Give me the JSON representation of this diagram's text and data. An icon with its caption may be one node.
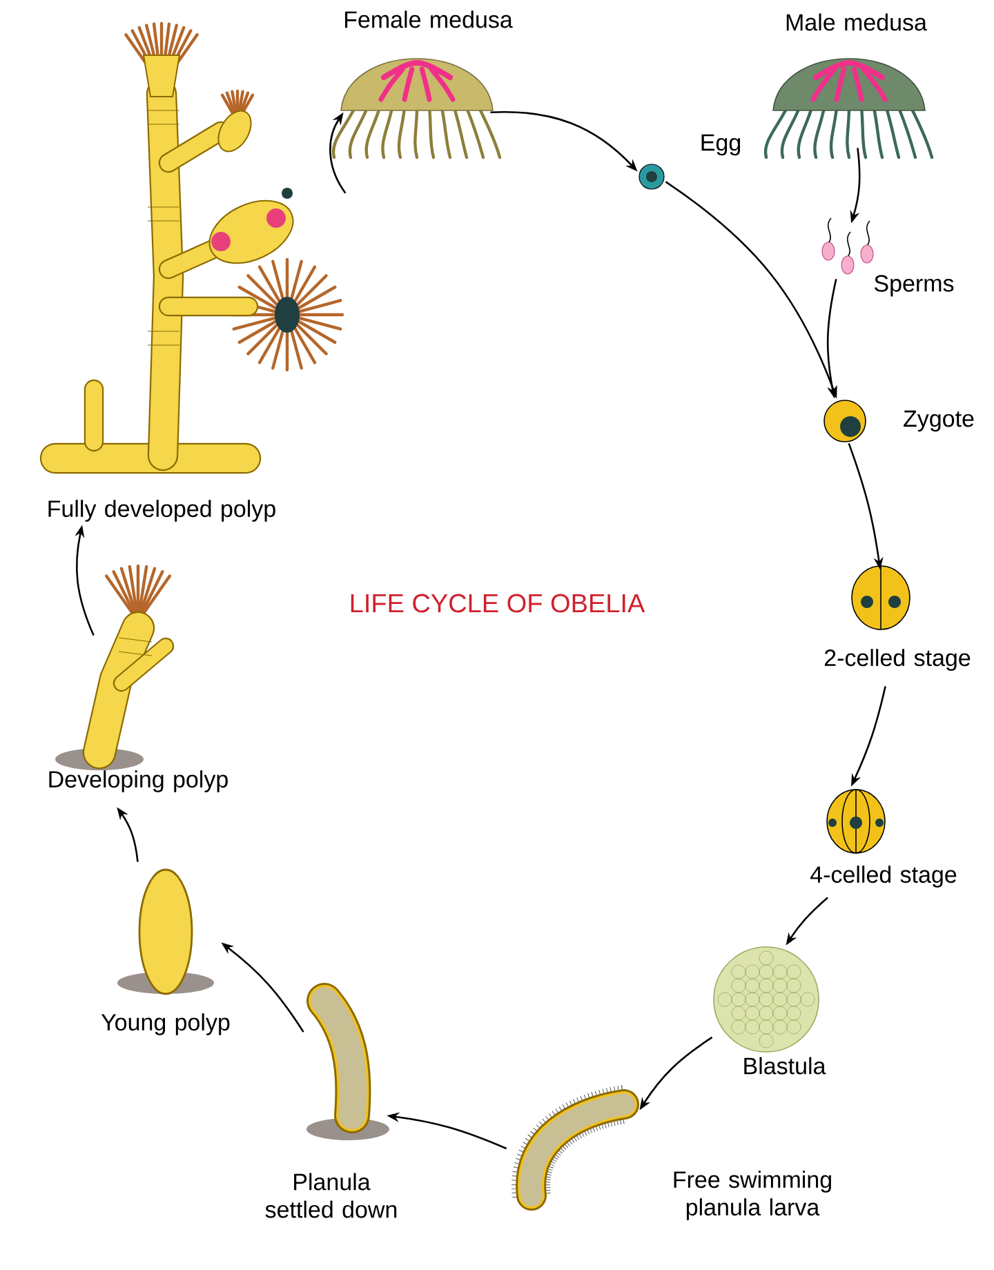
{
  "diagram": {
    "title": "LIFE CYCLE OF OBELIA",
    "nodes": [
      {
        "text": [
          "Fully developed polyp"
        ]
      },
      {
        "text": [
          "Female medusa"
        ]
      },
      {
        "text": [
          "Male medusa"
        ]
      },
      {
        "text": [
          "Egg"
        ]
      },
      {
        "text": [
          "Sperms"
        ]
      },
      {
        "text": [
          "Zygote"
        ]
      },
      {
        "text": [
          "2-celled stage"
        ]
      },
      {
        "text": [
          "4-celled stage"
        ]
      },
      {
        "text": [
          "Blastula"
        ]
      },
      {
        "text": [
          "Free swimming planula larva"
        ]
      },
      {
        "text": [
          "Planula settled down"
        ]
      },
      {
        "text": [
          "Young polyp"
        ]
      },
      {
        "text": [
          "Developing polyp"
        ]
      }
    ],
    "edges": [
      {
        "from": 0,
        "to": 1,
        "arrow": "to"
      },
      {
        "from": 1,
        "to": 3,
        "arrow": "to"
      },
      {
        "from": 2,
        "to": 4,
        "arrow": "to"
      },
      {
        "from": 3,
        "to": 5,
        "arrow": "to"
      },
      {
        "from": 4,
        "to": 5,
        "arrow": "to"
      },
      {
        "from": 5,
        "to": 6,
        "arrow": "to"
      },
      {
        "from": 6,
        "to": 7,
        "arrow": "to"
      },
      {
        "from": 7,
        "to": 8,
        "arrow": "to"
      },
      {
        "from": 8,
        "to": 9,
        "arrow": "to"
      },
      {
        "from": 9,
        "to": 10,
        "arrow": "to"
      },
      {
        "from": 10,
        "to": 11,
        "arrow": "to"
      },
      {
        "from": 11,
        "to": 12,
        "arrow": "to"
      },
      {
        "from": 12,
        "to": 0,
        "arrow": "to"
      }
    ]
  }
}
